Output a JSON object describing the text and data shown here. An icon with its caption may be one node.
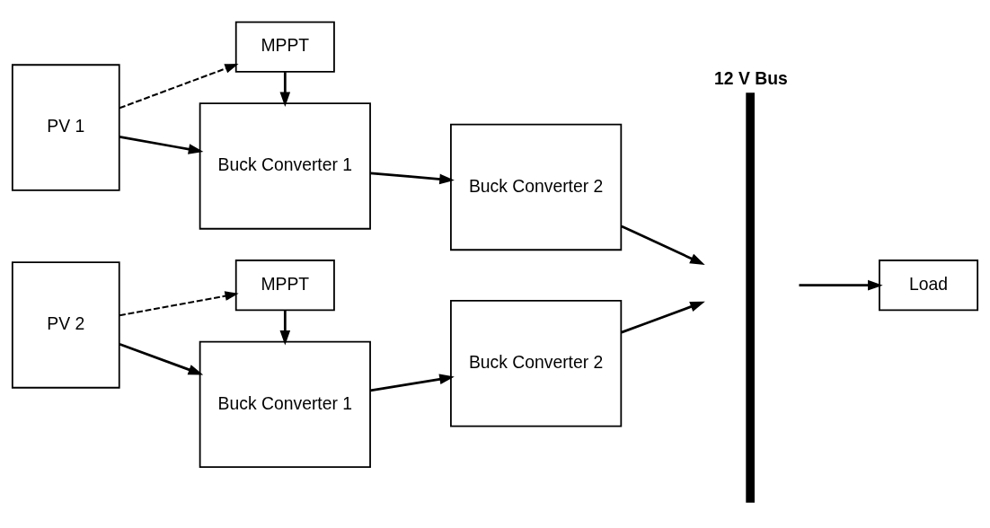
{
  "diagram": {
    "nodes": [
      {
        "text": [
          "MPPT"
        ]
      },
      {
        "text": [
          "PV 1"
        ]
      },
      {
        "text": [
          "Buck Converter 1"
        ]
      },
      {
        "text": [
          "Buck Converter 2"
        ]
      },
      {
        "text": [
          "12 V Bus"
        ]
      },
      {
        "text": [
          "Load"
        ]
      },
      {
        "text": [
          "PV 2"
        ]
      },
      {
        "text": [
          "Buck Converter 1"
        ]
      },
      {
        "text": [
          "Buck Converter 2"
        ]
      },
      {
        "text": [
          "MPPT"
        ]
      }
    ],
    "edges": [
      {
        "from": 1,
        "to": 2,
        "arrow": "to"
      },
      {
        "from": 1,
        "to": 0,
        "arrow": "to",
        "style": "dashed"
      },
      {
        "from": 0,
        "to": 2,
        "arrow": "to"
      },
      {
        "from": 2,
        "to": 3,
        "arrow": "to"
      },
      {
        "from": 3,
        "to": 4,
        "arrow": "to"
      },
      {
        "from": 4,
        "to": 5,
        "arrow": "to"
      },
      {
        "from": 6,
        "to": 7,
        "arrow": "to"
      },
      {
        "from": 6,
        "to": 9,
        "arrow": "to",
        "style": "dashed"
      },
      {
        "from": 9,
        "to": 7,
        "arrow": "to"
      },
      {
        "from": 7,
        "to": 8,
        "arrow": "to"
      },
      {
        "from": 8,
        "to": 4,
        "arrow": "to"
      }
    ]
  }
}
